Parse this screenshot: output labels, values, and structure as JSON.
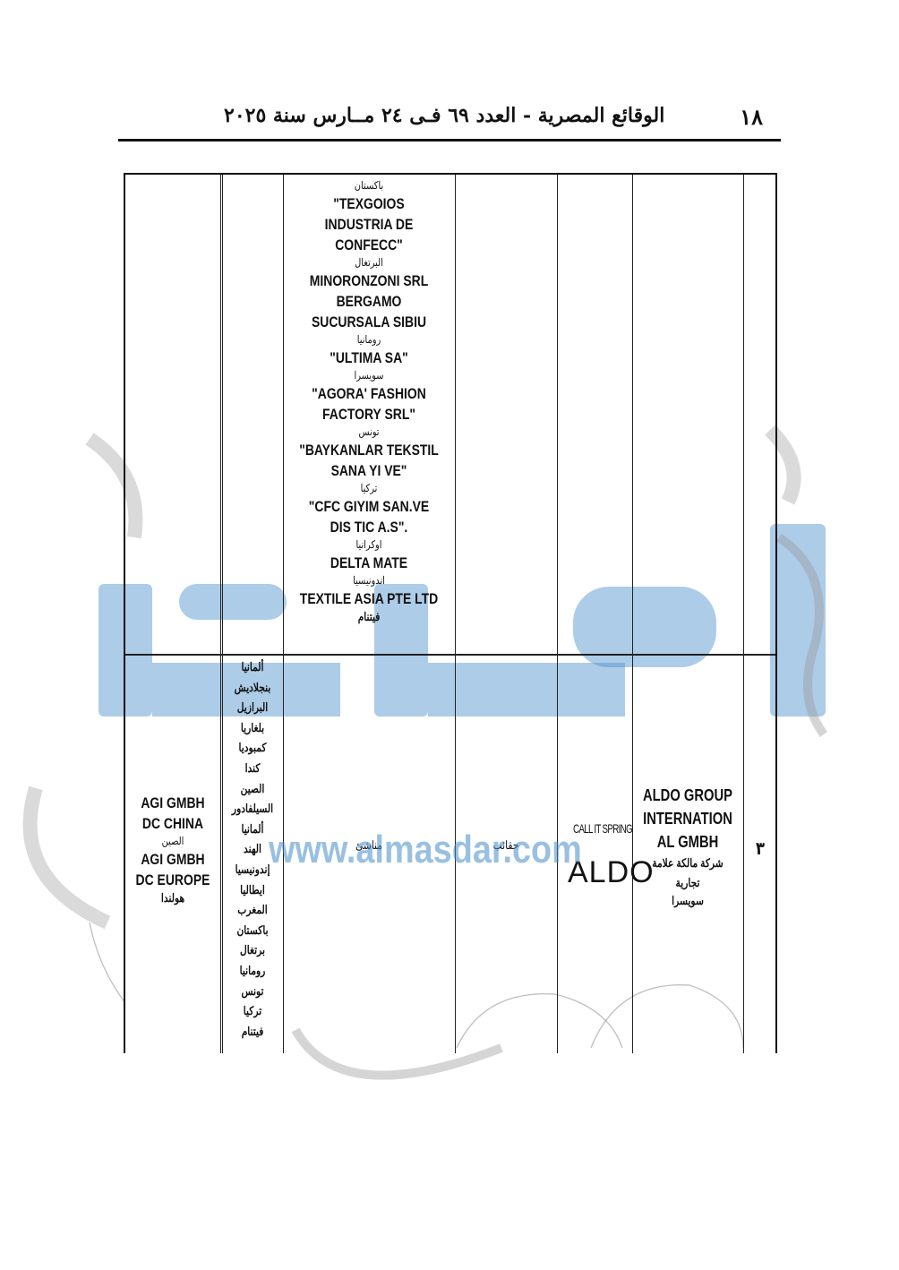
{
  "header": {
    "page_number": "١٨",
    "title": "الوقائع المصرية - العدد ٦٩ فـى ٢٤ مــارس سنة ٢٠٢٥"
  },
  "row_continued": {
    "manufacturers": [
      {
        "name": "",
        "country": "باكستان"
      },
      {
        "name": "\"TEXGOIOS INDUSTRIA DE CONFECC\"",
        "country": "البرتغال"
      },
      {
        "name": "MINORONZONI SRL BERGAMO SUCURSALA SIBIU",
        "country": "رومانيا"
      },
      {
        "name": "\"ULTIMA SA\"",
        "country": "سويسرا"
      },
      {
        "name": "\"AGORA' FASHION FACTORY SRL\"",
        "country": "تونس"
      },
      {
        "name": "\"BAYKANLAR TEKSTIL SANA YI VE\"",
        "country": "تركيا"
      },
      {
        "name": "\"CFC GIYIM SAN.VE DIS TIC A.S\".",
        "country": "اوكرانيا"
      },
      {
        "name": "DELTA MATE",
        "country": "اندونيسيا"
      },
      {
        "name": "TEXTILE ASIA PTE LTD",
        "country": "فيتنام"
      }
    ]
  },
  "row_3": {
    "seq": "٣",
    "owner": {
      "name": "ALDO GROUP INTERNATION AL GMBH",
      "description": "شركة مالكة علامة تجارية",
      "country": "سويسرا"
    },
    "brand": {
      "small": "CALL IT SPRING",
      "big": "ALDO"
    },
    "product": "حقائب",
    "material": "مناشئ",
    "countries": [
      "ألمانيا",
      "بنجلاديش",
      "البرازيل",
      "بلغاريا",
      "كمبوديا",
      "كندا",
      "الصين",
      "السيلفادور",
      "ألمانيا",
      "الهند",
      "إندونيسيا",
      "ايطاليا",
      "المغرب",
      "باكستان",
      "برتغال",
      "رومانيا",
      "تونس",
      "تركيا",
      "فيتنام"
    ],
    "distributors": [
      {
        "name": "AGI GMBH DC CHINA",
        "country": "الصين"
      },
      {
        "name": "AGI GMBH DC EUROPE",
        "country": "هولندا"
      }
    ]
  },
  "watermark": {
    "url": "www.almasdar.com",
    "logo": "المصدر",
    "accent": "#4a8fcb"
  }
}
